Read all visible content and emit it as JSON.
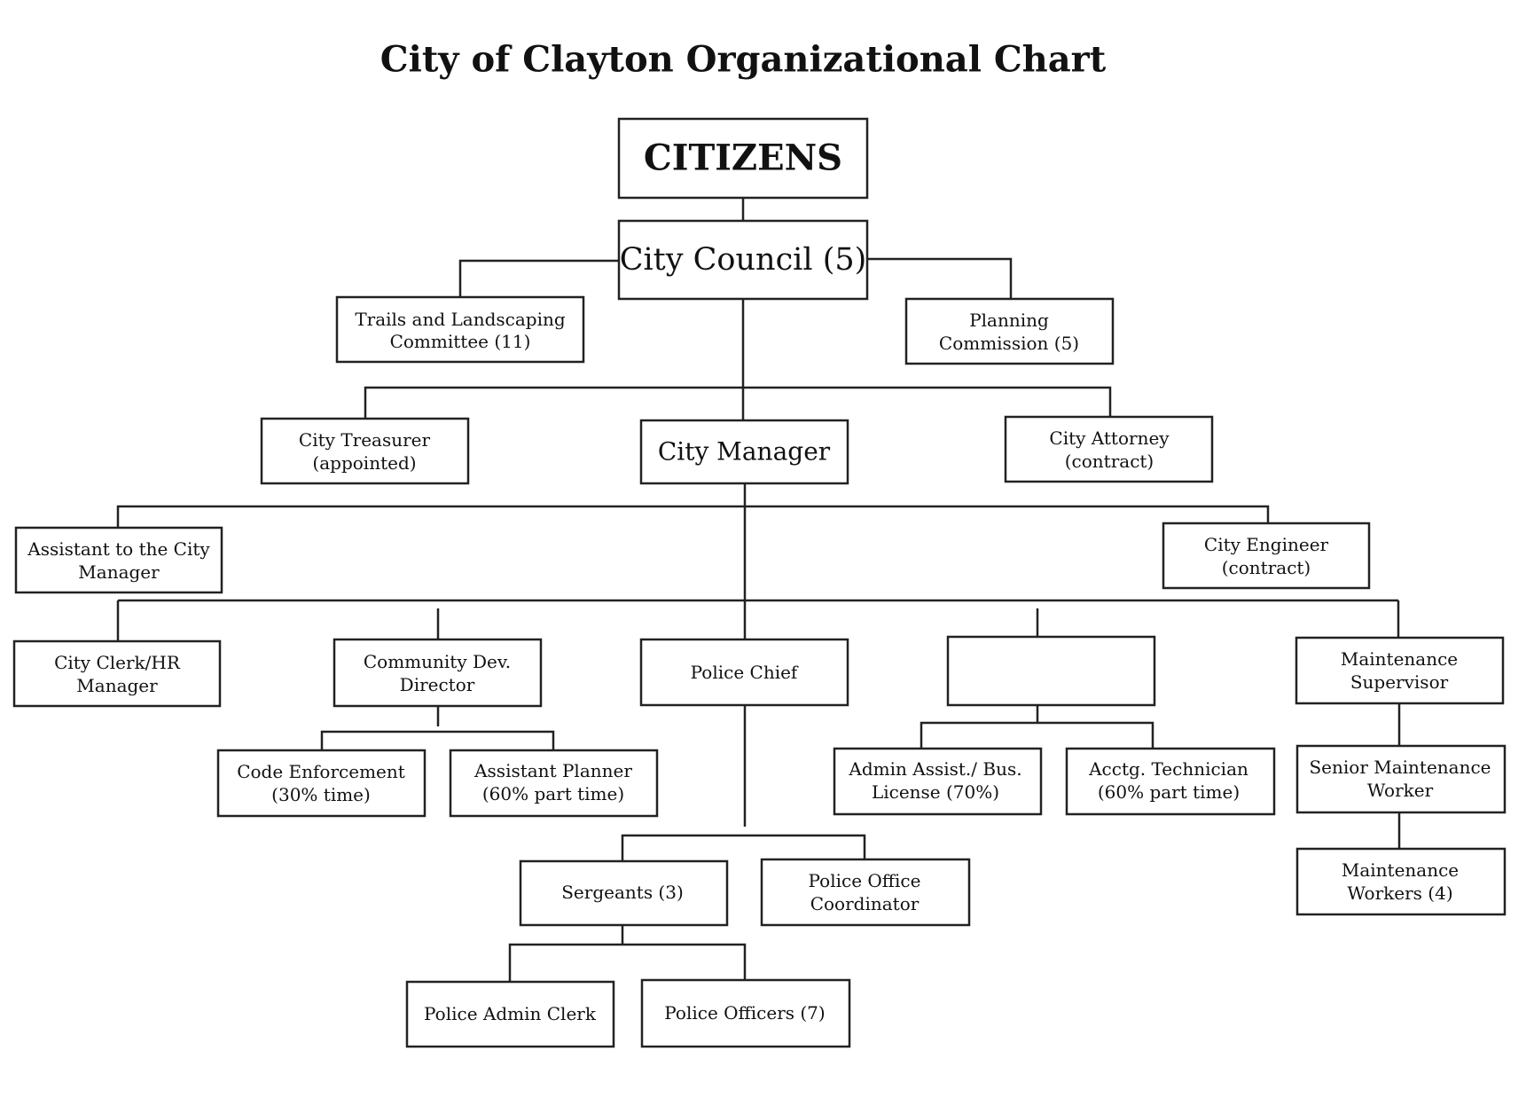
{
  "title": "City of Clayton Organizational Chart",
  "nodes": {
    "citizens": "CITIZENS",
    "city_council": "City Council (5)",
    "trails_committee": [
      "Trails and Landscaping",
      "Committee (11)"
    ],
    "planning_commission": [
      "Planning",
      "Commission (5)"
    ],
    "city_treasurer": [
      "City Treasurer",
      "(appointed)"
    ],
    "city_manager": "City Manager",
    "city_attorney": [
      "City Attorney",
      "(contract)"
    ],
    "assistant_city_manager": [
      "Assistant to the City",
      "Manager"
    ],
    "city_engineer": [
      "City Engineer",
      "(contract)"
    ],
    "city_clerk": [
      "City Clerk/HR",
      "Manager"
    ],
    "community_dev_director": [
      "Community Dev.",
      "Director"
    ],
    "police_chief": "Police Chief",
    "blank_position": "",
    "maintenance_supervisor": [
      "Maintenance",
      "Supervisor"
    ],
    "code_enforcement": [
      "Code Enforcement",
      "(30% time)"
    ],
    "assistant_planner": [
      "Assistant Planner",
      "(60% part time)"
    ],
    "admin_assist": [
      "Admin Assist./ Bus.",
      "License (70%)"
    ],
    "acctg_technician": [
      "Acctg. Technician",
      "(60% part time)"
    ],
    "senior_maintenance_worker": [
      "Senior Maintenance",
      "Worker"
    ],
    "sergeants": "Sergeants (3)",
    "police_office_coordinator": [
      "Police Office",
      "Coordinator"
    ],
    "maintenance_workers": [
      "Maintenance",
      "Workers (4)"
    ],
    "police_admin_clerk": "Police Admin Clerk",
    "police_officers": "Police Officers (7)"
  }
}
